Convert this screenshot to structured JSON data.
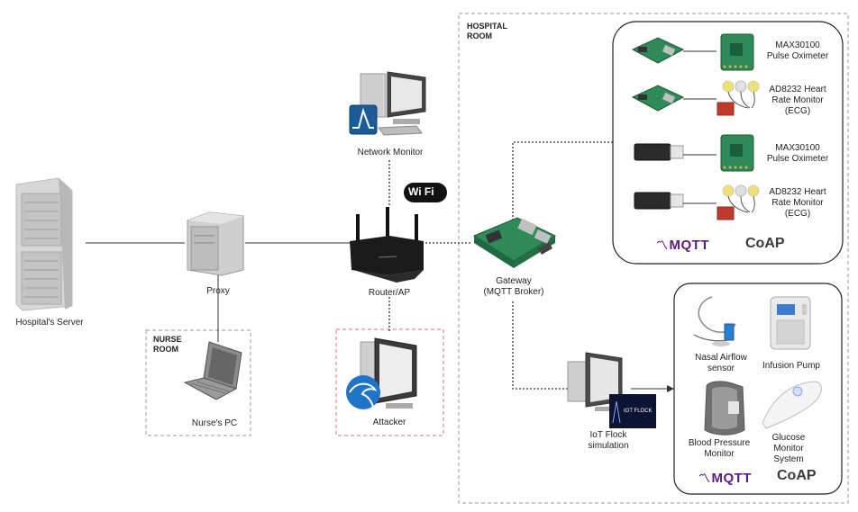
{
  "labels": {
    "hospital_server": "Hospital's Server",
    "proxy": "Proxy",
    "nurse_room_line1": "NURSE",
    "nurse_room_line2": "ROOM",
    "nurse_pc": "Nurse's PC",
    "network_monitor": "Network Monitor",
    "router": "Router/AP",
    "attacker": "Attacker",
    "hospital_room_line1": "HOSPITAL",
    "hospital_room_line2": "ROOM",
    "gateway_line1": "Gateway",
    "gateway_line2": "(MQTT Broker)",
    "iot_flock_line1": "IoT Flock",
    "iot_flock_line2": "simulation",
    "iot_flock_screen": "IOT FLOCK",
    "wifi": "Wi Fi"
  },
  "sensors_top": [
    {
      "line1": "MAX30100",
      "line2": "Pulse Oximeter",
      "line3": ""
    },
    {
      "line1": "AD8232 Heart",
      "line2": "Rate Monitor",
      "line3": "(ECG)"
    },
    {
      "line1": "MAX30100",
      "line2": "Pulse Oximeter",
      "line3": ""
    },
    {
      "line1": "AD8232 Heart",
      "line2": "Rate Monitor",
      "line3": "(ECG)"
    }
  ],
  "protocols": {
    "mqtt": "MQTT",
    "coap": "CoAP"
  },
  "devices_bottom": {
    "nasal_line1": "Nasal Airflow",
    "nasal_line2": "sensor",
    "infusion": "Infusion Pump",
    "bp_line1": "Blood Pressure",
    "bp_line2": "Monitor",
    "glucose_line1": "Glucose",
    "glucose_line2": "Monitor",
    "glucose_line3": "System"
  },
  "colors": {
    "mqtt_purple": "#5b1a86",
    "attacker_border": "#e07070",
    "dashed_gray": "#999999",
    "pcb_green": "#2e8b57"
  }
}
